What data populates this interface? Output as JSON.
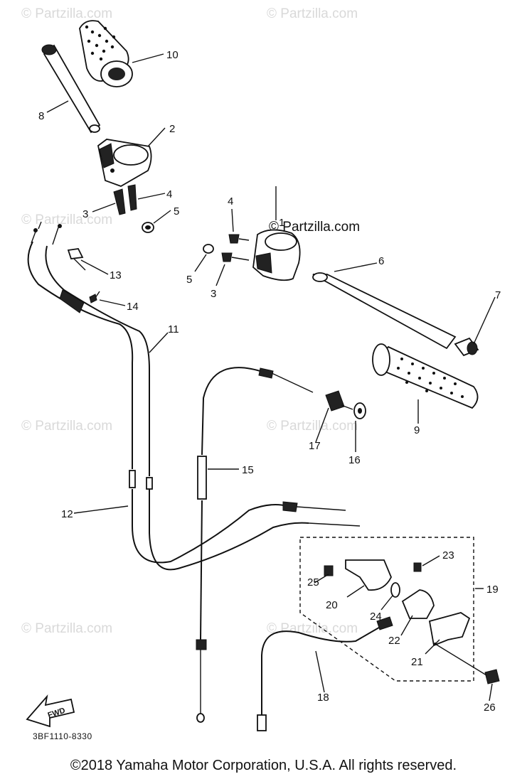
{
  "watermark": "© Partzilla.com",
  "center_watermark": "© Partzilla.com",
  "labels": [
    "1",
    "2",
    "3",
    "4",
    "5",
    "3",
    "4",
    "5",
    "6",
    "7",
    "8",
    "9",
    "10",
    "11",
    "12",
    "13",
    "14",
    "15",
    "16",
    "17",
    "18",
    "19",
    "20",
    "21",
    "22",
    "23",
    "24",
    "25",
    "26"
  ],
  "fwd_label": "FWD",
  "part_number": "3BF1110-8330",
  "copyright": "©2018 Yamaha Motor Corporation, U.S.A. All rights reserved."
}
